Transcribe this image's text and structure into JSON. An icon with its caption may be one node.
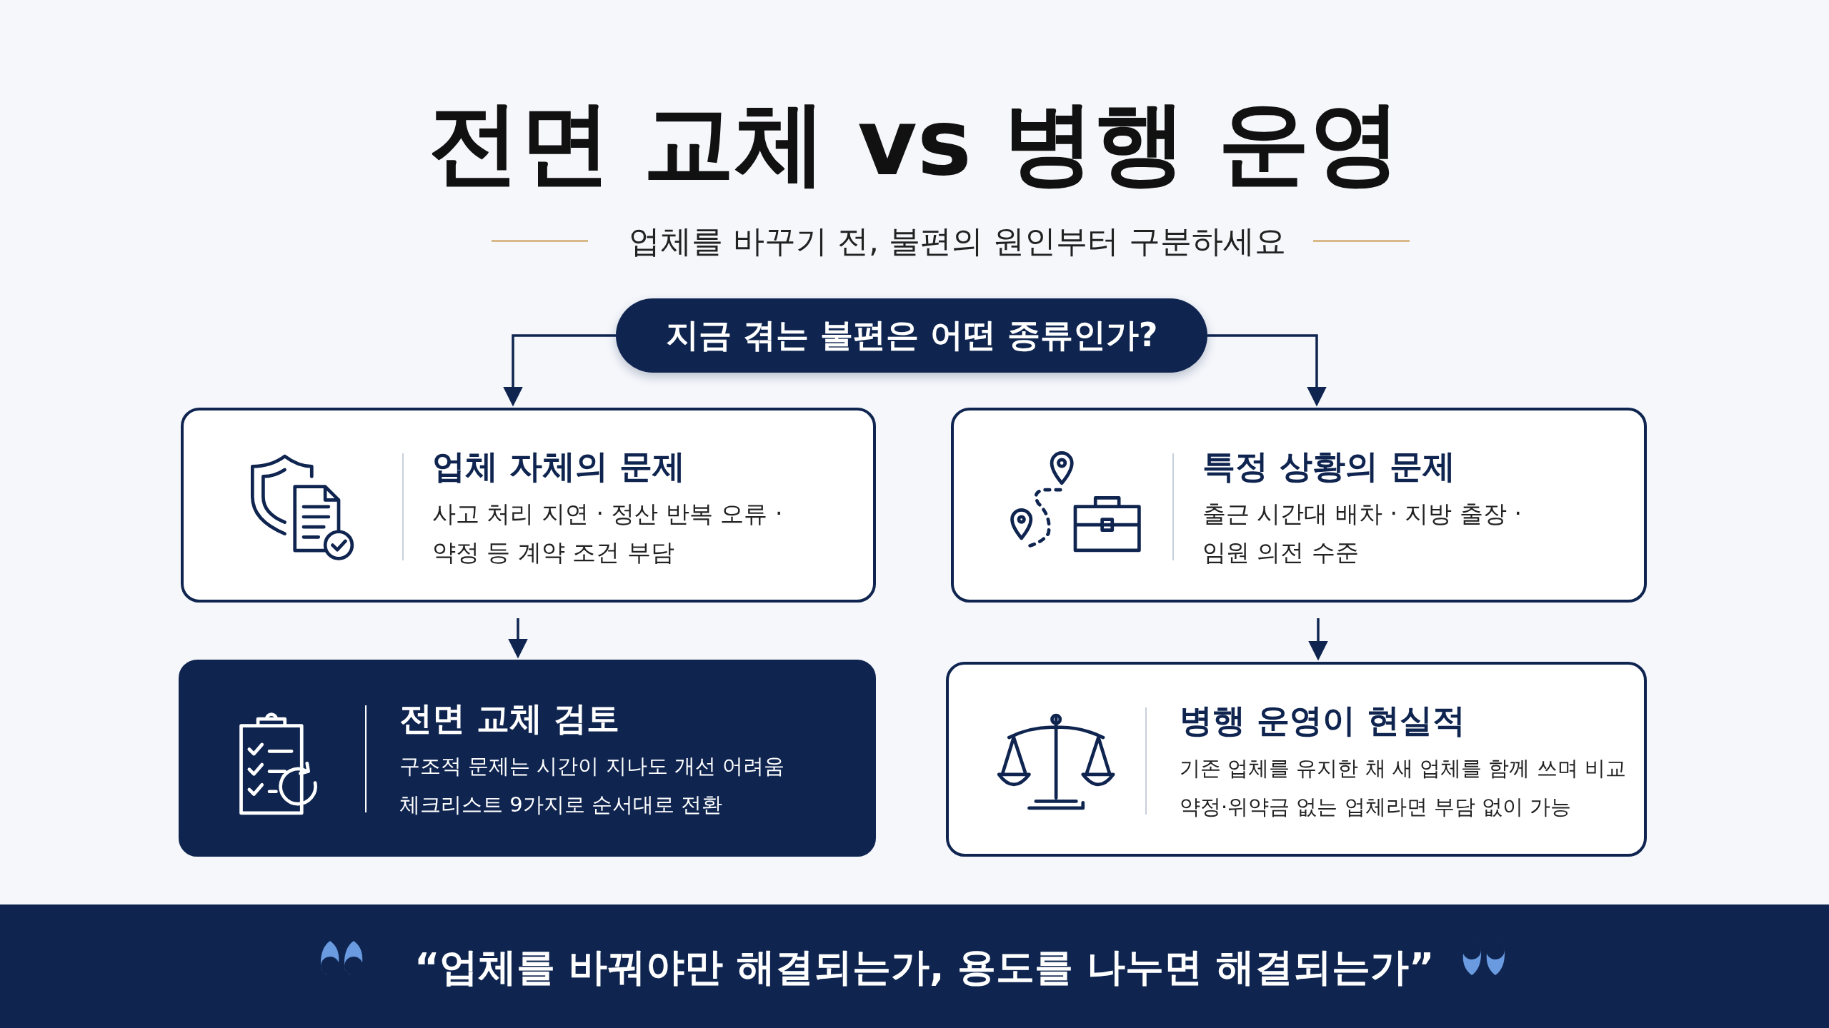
{
  "diagram": {
    "title": "전면 교체 vs 병행 운영",
    "nodes": [
      {
        "text": [
          "지금 겪는 불편은 어떤 종류인가?"
        ]
      },
      {
        "text": [
          "업체 자체의 문제",
          "사고 처리 지연 · 정산 반복 오류 · 약정 등 계약 조건 부담"
        ]
      },
      {
        "text": [
          "특정 상황의 문제",
          "출근 시간대 배차 · 지방 출장 · 임원 의전 수준"
        ]
      },
      {
        "text": [
          "전면 교체 검토",
          "구조적 문제는 시간이 지나도 개선 어려움",
          "체크리스트 9가지로 순서대로 전환"
        ]
      },
      {
        "text": [
          "병행 운영이 현실적",
          "기존 업체를 유지한 채 새 업체를 함께 쓰며 비교",
          "약정·위약금 없는 업체라면 부담 없이 가능"
        ]
      }
    ],
    "edges": [
      {
        "from": 0,
        "to": 1,
        "arrow": "to"
      },
      {
        "from": 0,
        "to": 2,
        "arrow": "to"
      },
      {
        "from": 1,
        "to": 3,
        "arrow": "to"
      },
      {
        "from": 2,
        "to": 4,
        "arrow": "to"
      }
    ],
    "labels": [
      "업체를 바꾸기 전, 불편의 원인부터 구분하세요",
      "“업체를 바꿔야만 해결되는가, 용도를 나누면 해결되는가”"
    ]
  }
}
